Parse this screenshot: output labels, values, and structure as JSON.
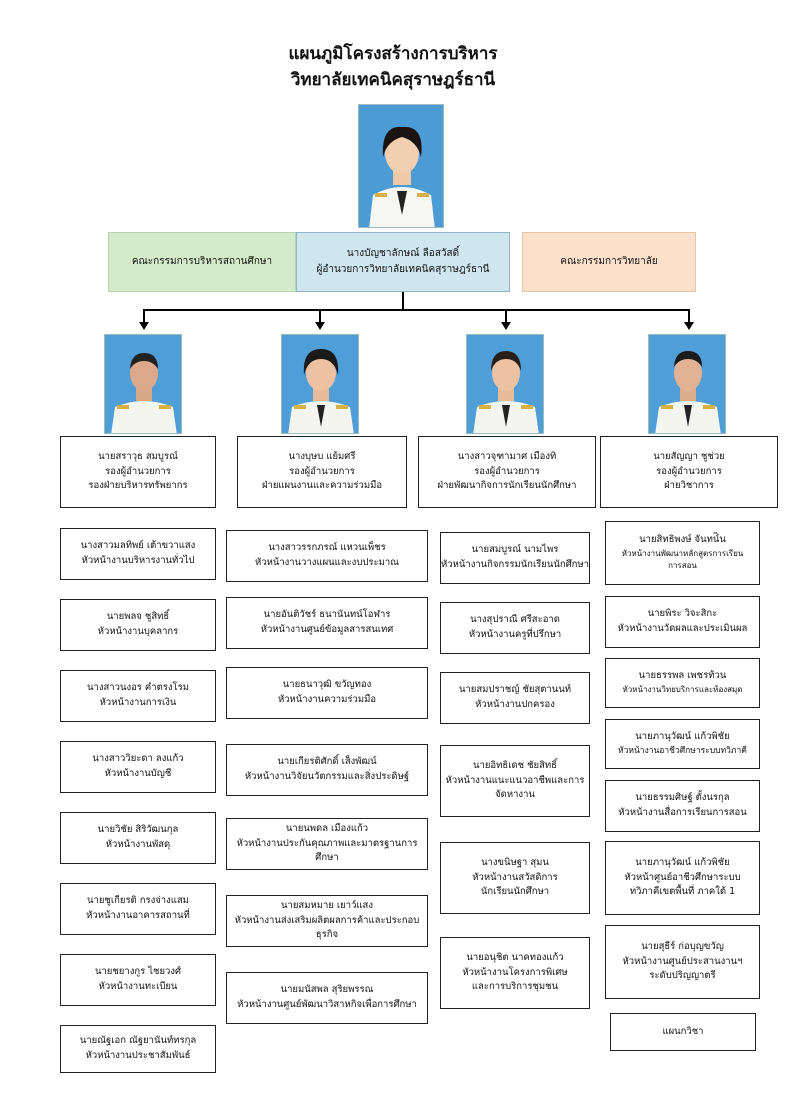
{
  "title_line1": "แผนภูมิโครงสร้างการบริหาร",
  "title_line2": "วิทยาลัยเทคนิคสุราษฎร์ธานี",
  "left_committee": "คณะกรรมการบริหารสถานศึกษา",
  "right_committee": "คณะกรรมการวิทยาลัย",
  "director": {
    "name": "นางบัญชาลักษณ์  ลือสวัสดิ์",
    "position": "ผู้อำนวยการวิทยาลัยเทคนิคสุราษฎร์ธานี"
  },
  "columns": [
    {
      "head": {
        "name": "นายสราวุธ  สมบูรณ์",
        "role": "รองผู้อำนวยการ",
        "dept": "รองฝ่ายบริหารทรัพยากร"
      },
      "units": [
        {
          "name": "นางสาวมลทิพย์  เต้าขวาแสง",
          "role": "หัวหน้างานบริหารงานทั่วไป"
        },
        {
          "name": "นายพลจ  ชูสิทธิ์",
          "role": "หัวหน้างานบุคลากร"
        },
        {
          "name": "นางสาวนงอร  คำตรงโรม",
          "role": "หัวหน้างานการเงิน"
        },
        {
          "name": "นางสาววิยะดา  ลงแก้ว",
          "role": "หัวหน้างานบัญชี"
        },
        {
          "name": "นายวิชัย  สิริวัฒนกุล",
          "role": "หัวหน้างานพัสดุ"
        },
        {
          "name": "นายชูเกียรติ  กรงจ่างแสม",
          "role": "หัวหน้างานอาคารสถานที่"
        },
        {
          "name": "นายชยางกูร  ไชยวงศ์",
          "role": "หัวหน้างานทะเบียน"
        },
        {
          "name": "นายณัฐเอก  ณัฐยานันท์ทรกุล",
          "role": "หัวหน้างานประชาสัมพันธ์"
        }
      ]
    },
    {
      "head": {
        "name": "นางบุษบ  แย้มศรี",
        "role": "รองผู้อำนวยการ",
        "dept": "ฝ่ายแผนงานและความร่วมมือ"
      },
      "units": [
        {
          "name": "นางสาวรรกภรณ์  แหวนเพ็ชร",
          "role": "หัวหน้างานวางแผนและงบประมาณ"
        },
        {
          "name": "นายอันติวัชร์  ธนานันทน์โอฬาร",
          "role": "หัวหน้างานศูนย์ข้อมูลสารสนเทศ"
        },
        {
          "name": "นายธนาวุฒิ  ขวัญทอง",
          "role": "หัวหน้างานความร่วมมือ"
        },
        {
          "name": "นายเกียรติศักดิ์  เส็งพัฒน์",
          "role": "หัวหน้างานวิจัยนวัตกรรมและสิ่งประดิษฐ์"
        },
        {
          "name": "นายนพดล  เมืองแก้ว",
          "role": "หัวหน้างานประกันคุณภาพและมาตรฐานการศึกษา"
        },
        {
          "name": "นายสมหมาย  เยาว์แสง",
          "role": "หัวหน้างานส่งเสริมผลิตผลการค้าและประกอบธุรกิจ"
        },
        {
          "name": "นายมนัสพล  สุริยพรรณ",
          "role": "หัวหน้างานศูนย์พัฒนาวิสาหกิจเพื่อการศึกษา"
        }
      ]
    },
    {
      "head": {
        "name": "นางสาวจุฑามาศ  เมืองทิ",
        "role": "รองผู้อำนวยการ",
        "dept": "ฝ่ายพัฒนากิจการนักเรียนนักศึกษา"
      },
      "units": [
        {
          "name": "นายสมบูรณ์  นามไพร",
          "role": "หัวหน้างานกิจกรรมนักเรียนนักศึกษา"
        },
        {
          "name": "นางสุปราณี  ศรีสะอาด",
          "role": "หัวหน้างานครูที่ปรึกษา"
        },
        {
          "name": "นายสมปราชญ์  ชัยสุตานนท์",
          "role": "หัวหน้างานปกครอง"
        },
        {
          "name": "นายอิทธิเดช  ชัยสิทธิ์",
          "role": "หัวหน้างานแนะแนวอาชีพและการ",
          "role2": "จัดหางาน"
        },
        {
          "name": "นางขนิษฐา  สุมน",
          "role": "หัวหน้างานสวัสดิการ",
          "role2": "นักเรียนนักศึกษา"
        },
        {
          "name": "นายอนุชิต  นาคทองแก้ว",
          "role": "หัวหน้างานโครงการพิเศษ",
          "role2": "และการบริการชุมชน"
        }
      ]
    },
    {
      "head": {
        "name": "นายสัญญา  ชูช่วย",
        "role": "รองผู้อำนวยการ",
        "dept": "ฝ่ายวิชาการ"
      },
      "units": [
        {
          "name": "นายสิทธิพงษ์  จันทน์ิน",
          "role": "หัวหน้างานพัฒนาหลักสูตรการเรียน",
          "role2": "การสอน"
        },
        {
          "name": "นายพิระ  วิจะสิกะ",
          "role": "หัวหน้างานวัดผลและประเมินผล"
        },
        {
          "name": "นายธรรพล  เพชรท้วน",
          "role": "หัวหน้างานวิทยบริการและห้องสมุด"
        },
        {
          "name": "นายภานุวัฒน์  แก้วพิชัย",
          "role": "หัวหน้างานอาชีวศึกษาระบบทวิภาคี"
        },
        {
          "name": "นายธรรมศิษฐ์  ตั้งนรกุล",
          "role": "หัวหน้างานสื่อการเรียนการสอน"
        },
        {
          "name": "นายภานุวัฒน์  แก้วพิชัย",
          "role": "หัวหน้าศูนย์อาชีวศึกษาระบบ",
          "role2": "ทวิภาคีเขตพื้นที่ ภาคใต้ 1"
        },
        {
          "name": "นายสุธีร์  ก่อบุญขวัญ",
          "role": "หัวหน้างานศูนย์ประสานงานฯ",
          "role2": "ระดับปริญญาตรี"
        },
        {
          "name": "แผนกวิชา",
          "role": ""
        }
      ]
    }
  ],
  "colors": {
    "left_committee_bg": "#d4ebc9",
    "director_bg": "#cfe6ee",
    "right_committee_bg": "#fbe0cc"
  }
}
